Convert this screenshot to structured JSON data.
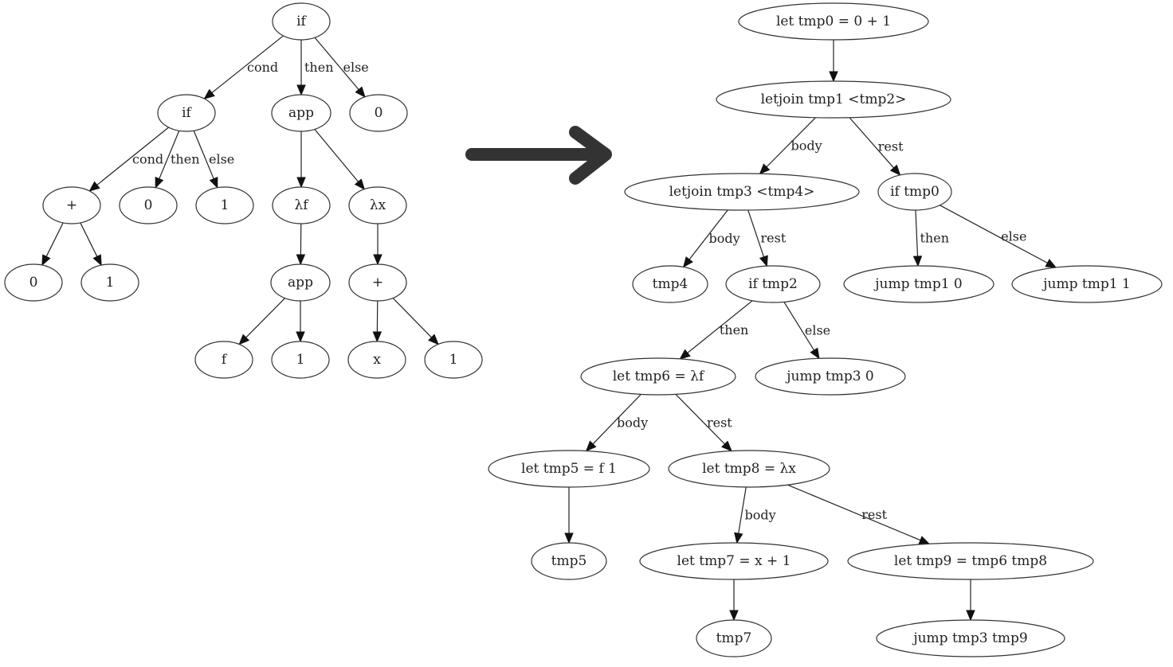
{
  "diagram": {
    "left_tree": {
      "name": "source-ast",
      "nodes": [
        {
          "id": "L_if",
          "label": "if"
        },
        {
          "id": "L_if2",
          "label": "if"
        },
        {
          "id": "L_app",
          "label": "app"
        },
        {
          "id": "L_zero",
          "label": "0"
        },
        {
          "id": "L_plus",
          "label": "+"
        },
        {
          "id": "L_0b",
          "label": "0"
        },
        {
          "id": "L_1b",
          "label": "1"
        },
        {
          "id": "L_lf",
          "label": "λf"
        },
        {
          "id": "L_lx",
          "label": "λx"
        },
        {
          "id": "L_0c",
          "label": "0"
        },
        {
          "id": "L_1c",
          "label": "1"
        },
        {
          "id": "L_app2",
          "label": "app"
        },
        {
          "id": "L_plus2",
          "label": "+"
        },
        {
          "id": "L_f",
          "label": "f"
        },
        {
          "id": "L_1d",
          "label": "1"
        },
        {
          "id": "L_x",
          "label": "x"
        },
        {
          "id": "L_1e",
          "label": "1"
        }
      ],
      "edges": [
        {
          "from": "L_if",
          "to": "L_if2",
          "label": "cond"
        },
        {
          "from": "L_if",
          "to": "L_app",
          "label": "then"
        },
        {
          "from": "L_if",
          "to": "L_zero",
          "label": "else"
        },
        {
          "from": "L_if2",
          "to": "L_plus",
          "label": "cond"
        },
        {
          "from": "L_if2",
          "to": "L_0b",
          "label": "then"
        },
        {
          "from": "L_if2",
          "to": "L_1b",
          "label": "else"
        },
        {
          "from": "L_app",
          "to": "L_lf",
          "label": ""
        },
        {
          "from": "L_app",
          "to": "L_lx",
          "label": ""
        },
        {
          "from": "L_plus",
          "to": "L_0c",
          "label": ""
        },
        {
          "from": "L_plus",
          "to": "L_1c",
          "label": ""
        },
        {
          "from": "L_lf",
          "to": "L_app2",
          "label": ""
        },
        {
          "from": "L_lx",
          "to": "L_plus2",
          "label": ""
        },
        {
          "from": "L_app2",
          "to": "L_f",
          "label": ""
        },
        {
          "from": "L_app2",
          "to": "L_1d",
          "label": ""
        },
        {
          "from": "L_plus2",
          "to": "L_x",
          "label": ""
        },
        {
          "from": "L_plus2",
          "to": "L_1e",
          "label": ""
        }
      ]
    },
    "transform_arrow": {
      "icon": "right-arrow-icon",
      "color": "#333333"
    },
    "right_tree": {
      "name": "anf-join-points",
      "nodes": [
        {
          "id": "R_tmp0",
          "label": "let tmp0 = 0 + 1"
        },
        {
          "id": "R_lj1",
          "label": "letjoin tmp1 <tmp2>"
        },
        {
          "id": "R_lj3",
          "label": "letjoin tmp3 <tmp4>"
        },
        {
          "id": "R_iftmp0",
          "label": "if tmp0"
        },
        {
          "id": "R_tmp4",
          "label": "tmp4"
        },
        {
          "id": "R_iftmp2",
          "label": "if tmp2"
        },
        {
          "id": "R_j10",
          "label": "jump tmp1 0"
        },
        {
          "id": "R_j11",
          "label": "jump tmp1 1"
        },
        {
          "id": "R_tmp6",
          "label": "let tmp6 = λf"
        },
        {
          "id": "R_j30",
          "label": "jump tmp3 0"
        },
        {
          "id": "R_tmp5",
          "label": "let tmp5 = f 1"
        },
        {
          "id": "R_tmp8",
          "label": "let tmp8 = λx"
        },
        {
          "id": "R_tmp5v",
          "label": "tmp5"
        },
        {
          "id": "R_tmp7",
          "label": "let tmp7 = x + 1"
        },
        {
          "id": "R_tmp9",
          "label": "let tmp9 = tmp6 tmp8"
        },
        {
          "id": "R_tmp7v",
          "label": "tmp7"
        },
        {
          "id": "R_j3t9",
          "label": "jump tmp3 tmp9"
        }
      ],
      "edges": [
        {
          "from": "R_tmp0",
          "to": "R_lj1",
          "label": ""
        },
        {
          "from": "R_lj1",
          "to": "R_lj3",
          "label": "body"
        },
        {
          "from": "R_lj1",
          "to": "R_iftmp0",
          "label": "rest"
        },
        {
          "from": "R_lj3",
          "to": "R_tmp4",
          "label": "body"
        },
        {
          "from": "R_lj3",
          "to": "R_iftmp2",
          "label": "rest"
        },
        {
          "from": "R_iftmp0",
          "to": "R_j10",
          "label": "then"
        },
        {
          "from": "R_iftmp0",
          "to": "R_j11",
          "label": "else"
        },
        {
          "from": "R_iftmp2",
          "to": "R_tmp6",
          "label": "then"
        },
        {
          "from": "R_iftmp2",
          "to": "R_j30",
          "label": "else"
        },
        {
          "from": "R_tmp6",
          "to": "R_tmp5",
          "label": "body"
        },
        {
          "from": "R_tmp6",
          "to": "R_tmp8",
          "label": "rest"
        },
        {
          "from": "R_tmp5",
          "to": "R_tmp5v",
          "label": ""
        },
        {
          "from": "R_tmp8",
          "to": "R_tmp7",
          "label": "body"
        },
        {
          "from": "R_tmp8",
          "to": "R_tmp9",
          "label": "rest"
        },
        {
          "from": "R_tmp7",
          "to": "R_tmp7v",
          "label": ""
        },
        {
          "from": "R_tmp9",
          "to": "R_j3t9",
          "label": ""
        }
      ]
    }
  }
}
